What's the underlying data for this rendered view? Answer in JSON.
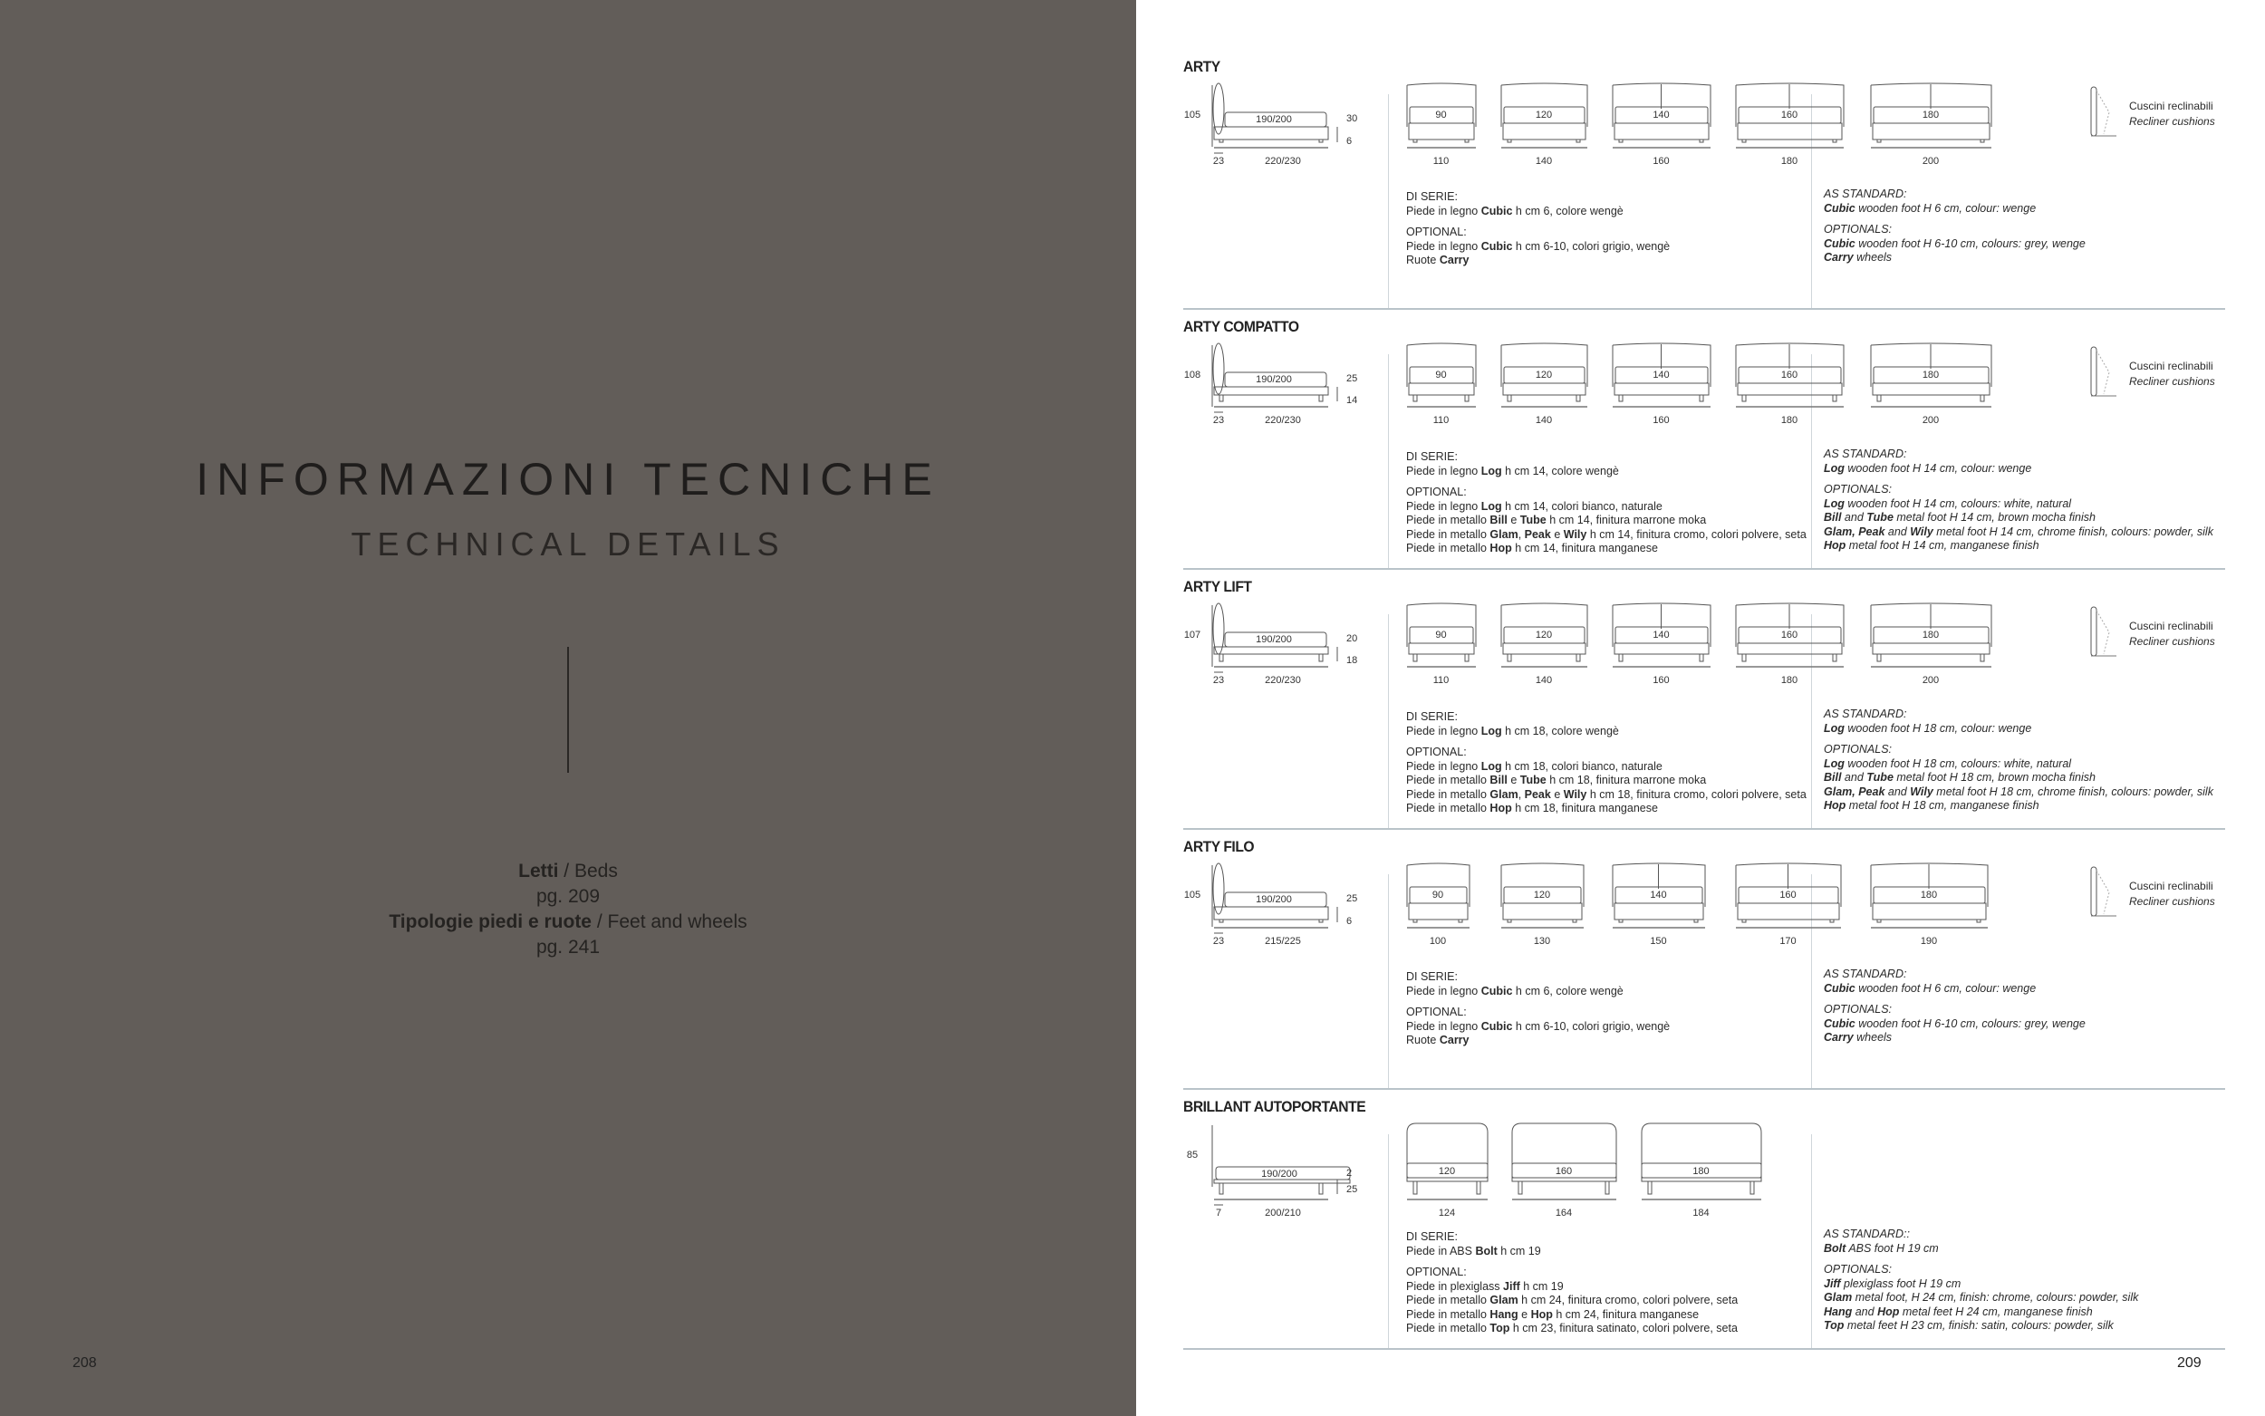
{
  "left_page": {
    "title": "INFORMAZIONI TECNICHE",
    "subtitle": "TECHNICAL DETAILS",
    "links": [
      {
        "bold": "Letti",
        "sep": " / ",
        "en": "Beds",
        "page": "pg. 209"
      },
      {
        "bold": "Tipologie piedi e ruote",
        "sep": " / ",
        "en": "Feet and wheels",
        "page": "pg. 241"
      }
    ],
    "page_number": "208"
  },
  "right_page": {
    "page_number": "209",
    "recliner": {
      "it": "Cuscini reclinabili",
      "en": "Recliner cushions"
    },
    "sections": [
      {
        "name": "ARTY",
        "side": {
          "height": "105",
          "mattress": "190/200",
          "dim_top": "30",
          "dim_bottom": "6",
          "headboard": "23",
          "length": "220/230"
        },
        "fronts": [
          {
            "m": "90",
            "w": "110"
          },
          {
            "m": "120",
            "w": "140"
          },
          {
            "m": "140",
            "w": "160"
          },
          {
            "m": "160",
            "w": "180"
          },
          {
            "m": "180",
            "w": "200"
          }
        ],
        "recliner": true,
        "it": {
          "std_label": "DI SERIE:",
          "std": [
            [
              {
                "t": "Piede in legno "
              },
              {
                "t": "Cubic",
                "b": true
              },
              {
                "t": " h cm 6, colore wengè"
              }
            ]
          ],
          "opt_label": "OPTIONAL:",
          "opt": [
            [
              {
                "t": "Piede in legno "
              },
              {
                "t": "Cubic",
                "b": true
              },
              {
                "t": " h cm 6-10, colori grigio, wengè"
              }
            ],
            [
              {
                "t": "Ruote "
              },
              {
                "t": "Carry",
                "b": true
              }
            ]
          ]
        },
        "en": {
          "std_label": "AS STANDARD:",
          "std": [
            [
              {
                "t": "Cubic",
                "b": true
              },
              {
                "t": " wooden foot H 6 cm, colour: wenge"
              }
            ]
          ],
          "opt_label": "OPTIONALS:",
          "opt": [
            [
              {
                "t": "Cubic",
                "b": true
              },
              {
                "t": " wooden foot H 6-10 cm, colours: grey, wenge"
              }
            ],
            [
              {
                "t": "Carry",
                "b": true
              },
              {
                "t": " wheels"
              }
            ]
          ]
        }
      },
      {
        "name": "ARTY COMPATTO",
        "side": {
          "height": "108",
          "mattress": "190/200",
          "dim_top": "25",
          "dim_bottom": "14",
          "headboard": "23",
          "length": "220/230"
        },
        "fronts": [
          {
            "m": "90",
            "w": "110"
          },
          {
            "m": "120",
            "w": "140"
          },
          {
            "m": "140",
            "w": "160"
          },
          {
            "m": "160",
            "w": "180"
          },
          {
            "m": "180",
            "w": "200"
          }
        ],
        "recliner": true,
        "it": {
          "std_label": "DI SERIE:",
          "std": [
            [
              {
                "t": "Piede in legno "
              },
              {
                "t": "Log",
                "b": true
              },
              {
                "t": " h cm 14, colore wengè"
              }
            ]
          ],
          "opt_label": "OPTIONAL:",
          "opt": [
            [
              {
                "t": "Piede in legno "
              },
              {
                "t": "Log",
                "b": true
              },
              {
                "t": " h cm 14, colori bianco, naturale"
              }
            ],
            [
              {
                "t": "Piede in metallo "
              },
              {
                "t": "Bill",
                "b": true
              },
              {
                "t": " e "
              },
              {
                "t": "Tube",
                "b": true
              },
              {
                "t": " h cm 14, finitura marrone moka"
              }
            ],
            [
              {
                "t": "Piede in metallo "
              },
              {
                "t": "Glam",
                "b": true
              },
              {
                "t": ", "
              },
              {
                "t": "Peak",
                "b": true
              },
              {
                "t": " e "
              },
              {
                "t": "Wily",
                "b": true
              },
              {
                "t": " h cm 14, finitura cromo, colori polvere, seta"
              }
            ],
            [
              {
                "t": "Piede in metallo "
              },
              {
                "t": "Hop",
                "b": true
              },
              {
                "t": " h cm 14, finitura manganese"
              }
            ]
          ]
        },
        "en": {
          "std_label": "AS STANDARD:",
          "std": [
            [
              {
                "t": "Log",
                "b": true
              },
              {
                "t": " wooden foot H 14 cm, colour: wenge"
              }
            ]
          ],
          "opt_label": "OPTIONALS:",
          "opt": [
            [
              {
                "t": "Log",
                "b": true
              },
              {
                "t": " wooden foot H 14 cm, colours: white, natural"
              }
            ],
            [
              {
                "t": "Bill",
                "b": true
              },
              {
                "t": " and "
              },
              {
                "t": "Tube",
                "b": true
              },
              {
                "t": " metal foot H 14 cm, brown mocha finish"
              }
            ],
            [
              {
                "t": "Glam, Peak",
                "b": true
              },
              {
                "t": " and "
              },
              {
                "t": "Wily",
                "b": true
              },
              {
                "t": " metal foot H 14 cm, chrome finish, colours: powder, silk"
              }
            ],
            [
              {
                "t": "Hop",
                "b": true
              },
              {
                "t": " metal foot H 14 cm, manganese finish"
              }
            ]
          ]
        }
      },
      {
        "name": "ARTY LIFT",
        "side": {
          "height": "107",
          "mattress": "190/200",
          "dim_top": "20",
          "dim_bottom": "18",
          "headboard": "23",
          "length": "220/230"
        },
        "fronts": [
          {
            "m": "90",
            "w": "110"
          },
          {
            "m": "120",
            "w": "140"
          },
          {
            "m": "140",
            "w": "160"
          },
          {
            "m": "160",
            "w": "180"
          },
          {
            "m": "180",
            "w": "200"
          }
        ],
        "recliner": true,
        "it": {
          "std_label": "DI SERIE:",
          "std": [
            [
              {
                "t": "Piede in legno "
              },
              {
                "t": "Log",
                "b": true
              },
              {
                "t": " h cm 18, colore wengè"
              }
            ]
          ],
          "opt_label": "OPTIONAL:",
          "opt": [
            [
              {
                "t": "Piede in legno "
              },
              {
                "t": "Log",
                "b": true
              },
              {
                "t": " h cm 18, colori bianco, naturale"
              }
            ],
            [
              {
                "t": "Piede in metallo "
              },
              {
                "t": "Bill",
                "b": true
              },
              {
                "t": " e "
              },
              {
                "t": "Tube",
                "b": true
              },
              {
                "t": " h cm 18, finitura marrone moka"
              }
            ],
            [
              {
                "t": "Piede in metallo "
              },
              {
                "t": "Glam",
                "b": true
              },
              {
                "t": ", "
              },
              {
                "t": "Peak",
                "b": true
              },
              {
                "t": " e "
              },
              {
                "t": "Wily",
                "b": true
              },
              {
                "t": " h cm 18, finitura cromo, colori polvere, seta"
              }
            ],
            [
              {
                "t": "Piede in metallo "
              },
              {
                "t": "Hop",
                "b": true
              },
              {
                "t": " h cm 18, finitura manganese"
              }
            ]
          ]
        },
        "en": {
          "std_label": "AS STANDARD:",
          "std": [
            [
              {
                "t": "Log",
                "b": true
              },
              {
                "t": " wooden foot H 18 cm, colour: wenge"
              }
            ]
          ],
          "opt_label": "OPTIONALS:",
          "opt": [
            [
              {
                "t": "Log",
                "b": true
              },
              {
                "t": " wooden foot H 18 cm, colours: white, natural"
              }
            ],
            [
              {
                "t": "Bill",
                "b": true
              },
              {
                "t": " and "
              },
              {
                "t": "Tube",
                "b": true
              },
              {
                "t": " metal foot H 18 cm, brown mocha finish"
              }
            ],
            [
              {
                "t": "Glam, Peak",
                "b": true
              },
              {
                "t": " and "
              },
              {
                "t": "Wily",
                "b": true
              },
              {
                "t": " metal foot H 18 cm, chrome finish, colours: powder, silk"
              }
            ],
            [
              {
                "t": "Hop",
                "b": true
              },
              {
                "t": " metal foot H 18 cm, manganese finish"
              }
            ]
          ]
        }
      },
      {
        "name": "ARTY FILO",
        "side": {
          "height": "105",
          "mattress": "190/200",
          "dim_top": "25",
          "dim_bottom": "6",
          "headboard": "23",
          "length": "215/225"
        },
        "fronts": [
          {
            "m": "90",
            "w": "100"
          },
          {
            "m": "120",
            "w": "130"
          },
          {
            "m": "140",
            "w": "150"
          },
          {
            "m": "160",
            "w": "170"
          },
          {
            "m": "180",
            "w": "190"
          }
        ],
        "recliner": true,
        "it": {
          "std_label": "DI SERIE:",
          "std": [
            [
              {
                "t": "Piede in legno "
              },
              {
                "t": "Cubic",
                "b": true
              },
              {
                "t": " h cm 6, colore wengè"
              }
            ]
          ],
          "opt_label": "OPTIONAL:",
          "opt": [
            [
              {
                "t": "Piede in legno "
              },
              {
                "t": "Cubic",
                "b": true
              },
              {
                "t": " h cm 6-10, colori grigio, wengè"
              }
            ],
            [
              {
                "t": "Ruote "
              },
              {
                "t": "Carry",
                "b": true
              }
            ]
          ]
        },
        "en": {
          "std_label": "AS STANDARD:",
          "std": [
            [
              {
                "t": "Cubic",
                "b": true
              },
              {
                "t": " wooden foot H 6 cm, colour: wenge"
              }
            ]
          ],
          "opt_label": "OPTIONALS:",
          "opt": [
            [
              {
                "t": "Cubic",
                "b": true
              },
              {
                "t": " wooden foot H 6-10 cm, colours: grey, wenge"
              }
            ],
            [
              {
                "t": "Carry",
                "b": true
              },
              {
                "t": " wheels"
              }
            ]
          ]
        }
      },
      {
        "name": "BRILLANT AUTOPORTANTE",
        "side": {
          "height": "85",
          "mattress": "190/200",
          "dim_top": "2",
          "dim_bottom": "25",
          "headboard": "7",
          "length": "200/210"
        },
        "fronts": [
          {
            "m": "120",
            "w": "124"
          },
          {
            "m": "160",
            "w": "164"
          },
          {
            "m": "180",
            "w": "184"
          }
        ],
        "recliner": false,
        "it": {
          "std_label": "DI SERIE:",
          "std": [
            [
              {
                "t": "Piede in ABS  "
              },
              {
                "t": "Bolt",
                "b": true
              },
              {
                "t": " h cm 19"
              }
            ]
          ],
          "opt_label": "OPTIONAL:",
          "opt": [
            [
              {
                "t": "Piede in plexiglass "
              },
              {
                "t": "Jiff",
                "b": true
              },
              {
                "t": " h cm 19"
              }
            ],
            [
              {
                "t": "Piede in metallo "
              },
              {
                "t": "Glam",
                "b": true
              },
              {
                "t": " h cm 24, finitura cromo, colori polvere, seta"
              }
            ],
            [
              {
                "t": "Piede in metallo "
              },
              {
                "t": "Hang",
                "b": true
              },
              {
                "t": " e "
              },
              {
                "t": "Hop",
                "b": true
              },
              {
                "t": " h cm 24, finitura manganese"
              }
            ],
            [
              {
                "t": "Piede in metallo "
              },
              {
                "t": "Top",
                "b": true
              },
              {
                "t": " h cm 23, finitura satinato, colori polvere, seta"
              }
            ]
          ]
        },
        "en": {
          "std_label": "AS STANDARD::",
          "std": [
            [
              {
                "t": "Bolt",
                "b": true
              },
              {
                "t": " ABS foot H 19 cm"
              }
            ]
          ],
          "opt_label": "OPTIONALS:",
          "opt": [
            [
              {
                "t": "Jiff",
                "b": true
              },
              {
                "t": " plexiglass foot H 19 cm"
              }
            ],
            [
              {
                "t": "Glam",
                "b": true
              },
              {
                "t": " metal foot, H 24 cm, finish: chrome, colours: powder, silk"
              }
            ],
            [
              {
                "t": "Hang",
                "b": true
              },
              {
                "t": " and "
              },
              {
                "t": "Hop",
                "b": true
              },
              {
                "t": " metal feet H 24 cm, manganese finish"
              }
            ],
            [
              {
                "t": "Top",
                "b": true
              },
              {
                "t": " metal feet H 23 cm, finish: satin, colours: powder, silk"
              }
            ]
          ]
        }
      }
    ]
  }
}
